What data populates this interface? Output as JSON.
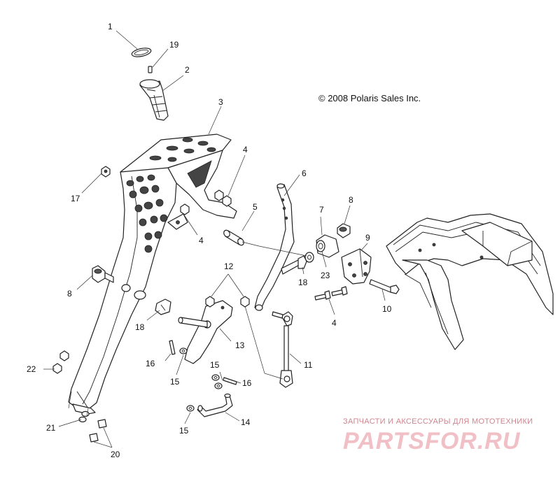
{
  "copyright": "© 2008 Polaris Sales Inc.",
  "watermark": {
    "subtitle": "ЗАПЧАСТИ И АКСЕССУАРЫ ДЛЯ МОТОТЕХНИКИ",
    "brand": "PARTSFOR.RU"
  },
  "callouts": {
    "c1": "1",
    "c19": "19",
    "c2": "2",
    "c3": "3",
    "c4a": "4",
    "c4b": "4",
    "c4c": "4",
    "c17": "17",
    "c5": "5",
    "c6": "6",
    "c7": "7",
    "c8a": "8",
    "c8b": "8",
    "c9": "9",
    "c23": "23",
    "c18a": "18",
    "c18b": "18",
    "c10": "10",
    "c12": "12",
    "c13": "13",
    "c11": "11",
    "c16a": "16",
    "c16b": "16",
    "c15a": "15",
    "c15b": "15",
    "c15c": "15",
    "c14": "14",
    "c22": "22",
    "c21": "21",
    "c20": "20"
  },
  "colors": {
    "line": "#222222",
    "watermark": "#e89aa4"
  }
}
